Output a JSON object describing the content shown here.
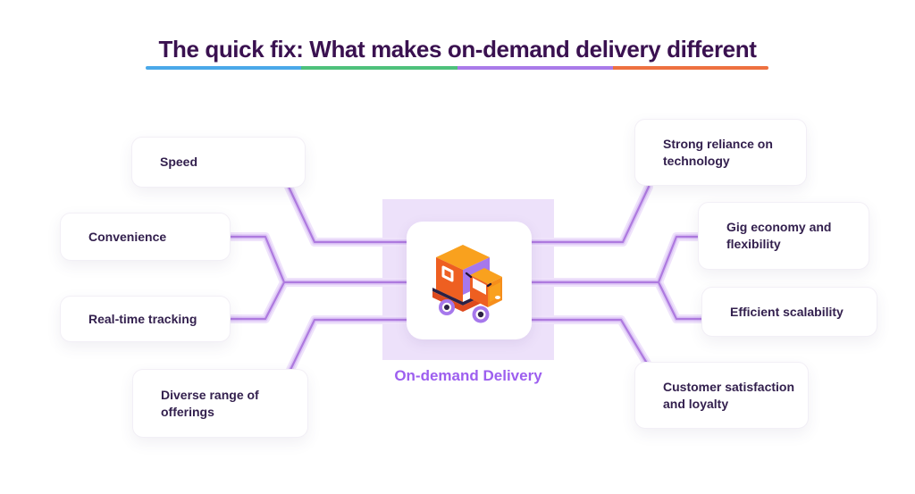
{
  "title": {
    "text": "The quick fix: What makes on-demand delivery different"
  },
  "center": {
    "label": "On-demand Delivery",
    "icon": "delivery-truck-icon"
  },
  "nodes": {
    "left": [
      {
        "id": "speed",
        "label": "Speed"
      },
      {
        "id": "convenience",
        "label": "Convenience"
      },
      {
        "id": "real-time-tracking",
        "label": "Real-time tracking"
      },
      {
        "id": "diverse-range",
        "label": "Diverse range of offerings"
      }
    ],
    "right": [
      {
        "id": "strong-reliance",
        "label": "Strong reliance on technology"
      },
      {
        "id": "gig-economy",
        "label": "Gig economy and flexibility"
      },
      {
        "id": "efficient-scalability",
        "label": "Efficient scalability"
      },
      {
        "id": "customer-satisfaction",
        "label": "Customer satisfaction and loyalty"
      }
    ]
  },
  "colors": {
    "title": "#3A1150",
    "node-text": "#33204E",
    "accent": "#9D5FEF",
    "panel": "#EDE1FA",
    "line-outer": "#EFE3FB",
    "line-mid": "#DDC6F6",
    "line-core": "#AE7ADF",
    "divider-blue": "#4AA8E9",
    "divider-green": "#4EC17B",
    "divider-purple": "#A97AE9",
    "divider-orange": "#EE7140",
    "truck-orange-top": "#F9A11E",
    "truck-orange-deep": "#EE5F21",
    "truck-orange": "#F68E1B",
    "truck-red": "#DE4A1E",
    "truck-purple": "#A678EC",
    "truck-navy": "#2A2145"
  }
}
